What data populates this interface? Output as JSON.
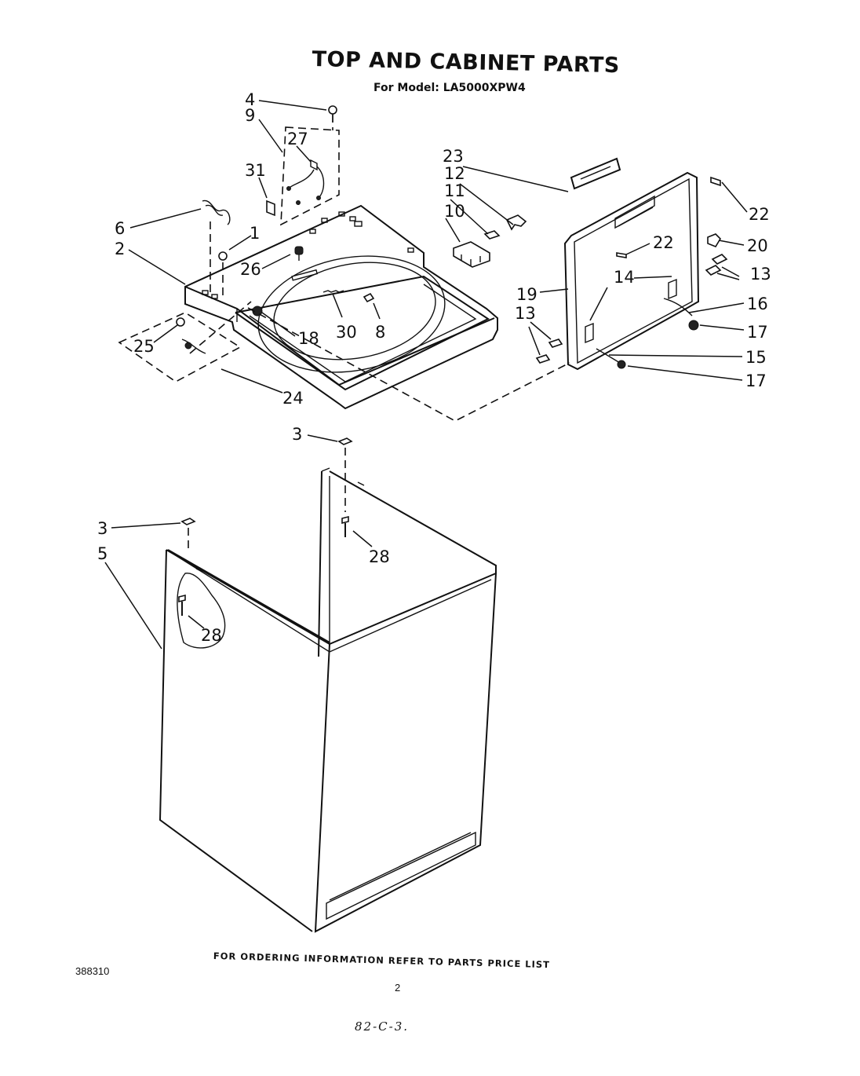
{
  "header": {
    "title": "TOP AND CABINET PARTS",
    "subtitle": "For Model: LA5000XPW4"
  },
  "callouts": {
    "c1": "1",
    "c2": "2",
    "c3a": "3",
    "c3b": "3",
    "c4": "4",
    "c5": "5",
    "c6": "6",
    "c8": "8",
    "c9": "9",
    "c10": "10",
    "c11": "11",
    "c12": "12",
    "c13a": "13",
    "c13b": "13",
    "c14": "14",
    "c15": "15",
    "c16": "16",
    "c17a": "17",
    "c17b": "17",
    "c18": "18",
    "c19": "19",
    "c20": "20",
    "c22a": "22",
    "c22b": "22",
    "c23": "23",
    "c24": "24",
    "c25": "25",
    "c26": "26",
    "c27": "27",
    "c28a": "28",
    "c28b": "28",
    "c30": "30",
    "c31": "31"
  },
  "footer": {
    "ordering_note": "FOR ORDERING INFORMATION REFER TO PARTS PRICE LIST",
    "doc_number": "388310",
    "page_number": "2",
    "handwritten_note": "82-C-3."
  }
}
